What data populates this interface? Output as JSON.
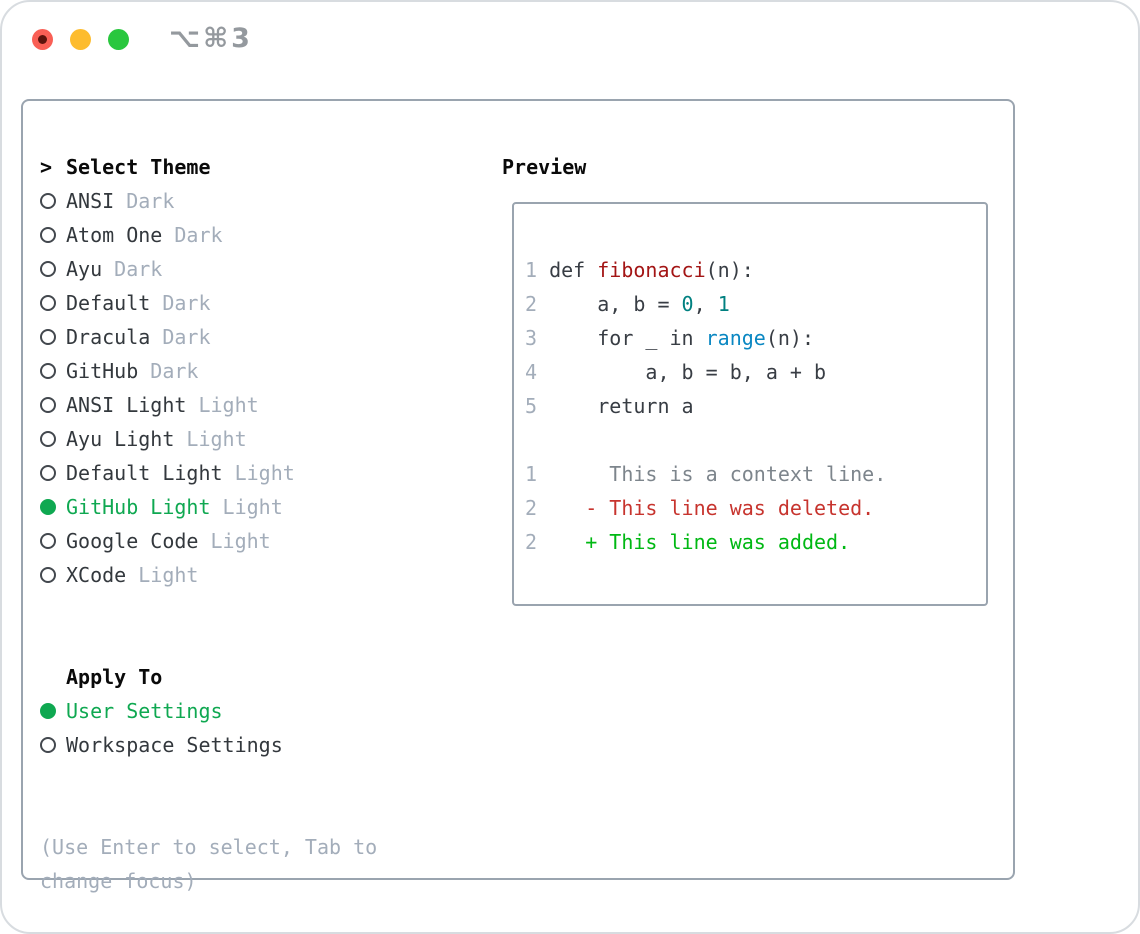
{
  "window": {
    "shortcut": "⌥⌘3"
  },
  "theme_panel": {
    "cursor": ">",
    "title": "Select Theme",
    "items": [
      {
        "name": "ANSI",
        "tag": "Dark",
        "selected": false
      },
      {
        "name": "Atom One",
        "tag": "Dark",
        "selected": false
      },
      {
        "name": "Ayu",
        "tag": "Dark",
        "selected": false
      },
      {
        "name": "Default",
        "tag": "Dark",
        "selected": false
      },
      {
        "name": "Dracula",
        "tag": "Dark",
        "selected": false
      },
      {
        "name": "GitHub",
        "tag": "Dark",
        "selected": false
      },
      {
        "name": "ANSI Light",
        "tag": "Light",
        "selected": false
      },
      {
        "name": "Ayu Light",
        "tag": "Light",
        "selected": false
      },
      {
        "name": "Default Light",
        "tag": "Light",
        "selected": false
      },
      {
        "name": "GitHub Light",
        "tag": "Light",
        "selected": true
      },
      {
        "name": "Google Code",
        "tag": "Light",
        "selected": false
      },
      {
        "name": "XCode",
        "tag": "Light",
        "selected": false
      }
    ]
  },
  "apply_panel": {
    "title": "Apply To",
    "options": [
      {
        "name": "User Settings",
        "selected": true
      },
      {
        "name": "Workspace Settings",
        "selected": false
      }
    ]
  },
  "footer": {
    "lines": [
      "(Use Enter to select, Tab to",
      "change focus)"
    ]
  },
  "preview": {
    "title": "Preview",
    "colors": {
      "selected_green": "#0fa851",
      "function_red": "#a31515",
      "number_teal": "#008080",
      "builtin_blue": "#0a87c2",
      "deleted_red": "#c7342e",
      "added_green": "#00b813",
      "muted_gray": "#a3adba"
    },
    "code_lines": [
      {
        "num": "1",
        "segments": [
          {
            "text": " def ",
            "token": "plain"
          },
          {
            "text": "fibonacci",
            "token": "function"
          },
          {
            "text": "(n):",
            "token": "plain"
          }
        ]
      },
      {
        "num": "2",
        "segments": [
          {
            "text": "     a, b = ",
            "token": "plain"
          },
          {
            "text": "0",
            "token": "number"
          },
          {
            "text": ", ",
            "token": "plain"
          },
          {
            "text": "1",
            "token": "number"
          }
        ]
      },
      {
        "num": "3",
        "segments": [
          {
            "text": "     for _ in ",
            "token": "plain"
          },
          {
            "text": "range",
            "token": "builtin"
          },
          {
            "text": "(n):",
            "token": "plain"
          }
        ]
      },
      {
        "num": "4",
        "segments": [
          {
            "text": "         a, b = b, a + b",
            "token": "plain"
          }
        ]
      },
      {
        "num": "5",
        "segments": [
          {
            "text": "     return a",
            "token": "plain"
          }
        ]
      },
      {
        "num": "",
        "segments": []
      },
      {
        "num": "1",
        "segments": [
          {
            "text": "      This is a context line.",
            "token": "context"
          }
        ]
      },
      {
        "num": "2",
        "segments": [
          {
            "text": "    - This line was deleted.",
            "token": "deleted"
          }
        ]
      },
      {
        "num": "2",
        "segments": [
          {
            "text": "    + This line was added.",
            "token": "added"
          }
        ]
      }
    ]
  }
}
